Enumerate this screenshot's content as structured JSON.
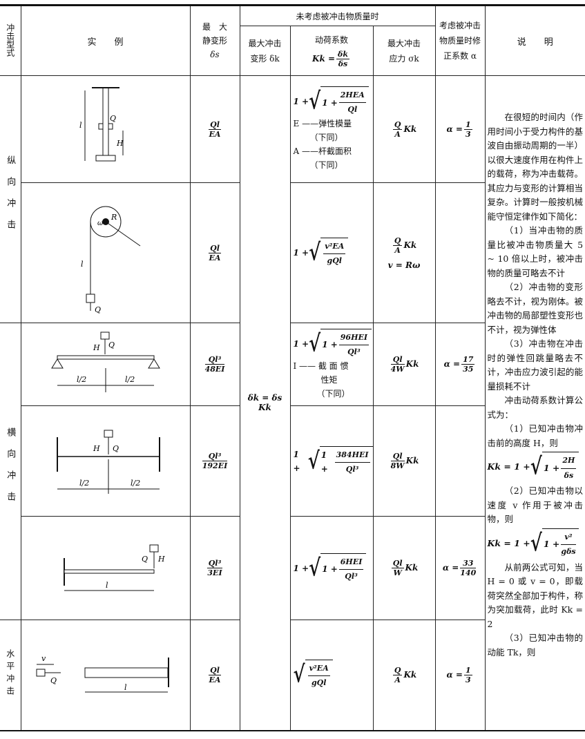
{
  "header": {
    "type": "冲击型式",
    "example": "实　　例",
    "static_label": "最　大",
    "static_label2": "静变形",
    "static_sym": "δs",
    "group": "未考虑被冲击物质量时",
    "max_def": "最大冲击",
    "max_def2": "变形 δk",
    "kd": "动荷系数",
    "kd_sym": "Kk =",
    "kd_num": "δk",
    "kd_den": "δs",
    "stress": "最大冲击",
    "stress2": "应力 σk",
    "alpha": "考虑被冲击物质量时修正系数 α",
    "notes": "说　　明"
  },
  "types": {
    "longitudinal": "纵向冲击",
    "transverse": "横向冲击",
    "horizontal": "水平冲击"
  },
  "shared_def": "δk = δs Kk",
  "rows": [
    {
      "static_num": "Ql",
      "static_den": "EA",
      "kd_pre": "1 +",
      "kd_in": "1 +",
      "kd_num": "2HEA",
      "kd_den": "Ql",
      "kd_notes": [
        "E ——弹性模量",
        "（下同）",
        "A ——杆截面积",
        "（下同）"
      ],
      "stress_num": "Q",
      "stress_den": "A",
      "stress_post": "Kk",
      "alpha_pre": "α =",
      "alpha_num": "1",
      "alpha_den": "3",
      "labels": [
        "l",
        "Q",
        "H"
      ]
    },
    {
      "static_num": "Ql",
      "static_den": "EA",
      "kd_pre": "1 +",
      "kd_num": "v²EA",
      "kd_den": "gQl",
      "stress_num": "Q",
      "stress_den": "A",
      "stress_post": "Kk",
      "stress_extra": "v = Rω",
      "labels": [
        "ω",
        "R",
        "l",
        "Q"
      ]
    },
    {
      "static_num": "Ql³",
      "static_den": "48EI",
      "kd_pre": "1 +",
      "kd_in": "1 +",
      "kd_num": "96HEI",
      "kd_den": "Ql³",
      "kd_notes": [
        "I —— 截 面 惯",
        "性矩",
        "（下同）"
      ],
      "stress_num": "Ql",
      "stress_den": "4W",
      "stress_post": "Kk",
      "alpha_pre": "α =",
      "alpha_num": "17",
      "alpha_den": "35",
      "labels": [
        "H",
        "Q",
        "l/2",
        "l/2"
      ]
    },
    {
      "static_num": "Ql³",
      "static_den": "192EI",
      "kd_pre": "1 +",
      "kd_in": "1 +",
      "kd_num": "384HEI",
      "kd_den": "Ql³",
      "stress_num": "Ql",
      "stress_den": "8W",
      "stress_post": "Kk",
      "labels": [
        "H",
        "Q",
        "l/2",
        "l/2"
      ]
    },
    {
      "static_num": "Ql³",
      "static_den": "3EI",
      "kd_pre": "1 +",
      "kd_in": "1 +",
      "kd_num": "6HEI",
      "kd_den": "Ql³",
      "stress_num": "Ql",
      "stress_den": "W",
      "stress_post": "Kk",
      "alpha_pre": "α =",
      "alpha_num": "33",
      "alpha_den": "140",
      "labels": [
        "Q",
        "H",
        "l"
      ]
    },
    {
      "static_num": "Ql",
      "static_den": "EA",
      "kd_num": "v²EA",
      "kd_den": "gQl",
      "stress_num": "Q",
      "stress_den": "A",
      "stress_post": "Kk",
      "alpha_pre": "α =",
      "alpha_num": "1",
      "alpha_den": "3",
      "labels": [
        "v",
        "Q",
        "l"
      ]
    }
  ],
  "notes": {
    "p1": "在很短的时间内（作用时间小于受力构件的基波自由振动周期的一半）以很大速度作用在构件上的载荷，称为冲击载荷。其应力与变形的计算相当复杂。计算时一般按机械能守恒定律作如下简化：",
    "p2": "（1）当冲击物的质量比被冲击物质量大 5 ~ 10 倍以上时，被冲击物的质量可略去不计",
    "p3": "（2）冲击物的变形略去不计，视为刚体。被冲击物的局部塑性变形也不计，视为弹性体",
    "p4": "（3）冲击物在冲击时的弹性回跳量略去不计，冲击应力波引起的能量损耗不计",
    "p5": "冲击动荷系数计算公式为：",
    "p6": "（1）已知冲击物冲击前的高度 H，则",
    "f1_pre": "Kk = 1 +",
    "f1_in": "1 +",
    "f1_num": "2H",
    "f1_den": "δs",
    "p7": "（2）已知冲击物以速度 v 作用于被冲击物，则",
    "f2_pre": "Kk = 1 +",
    "f2_in": "1 +",
    "f2_num": "v²",
    "f2_den": "gδs",
    "p8": "从前两公式可知，当 H = 0 或 v = 0，即载荷突然全部加于构件，称为突加载荷，此时 Kk = 2",
    "p9": "（3）已知冲击物的动能 Tk，则"
  }
}
